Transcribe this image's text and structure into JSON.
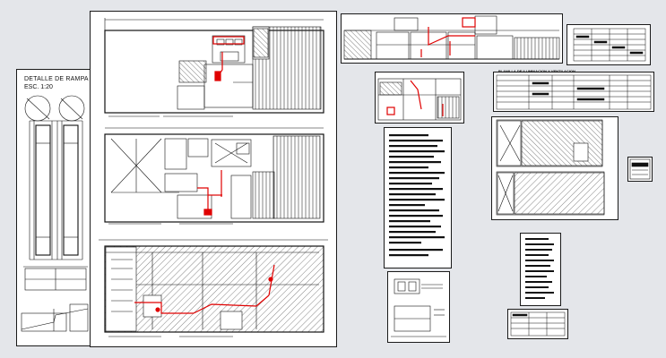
{
  "colors": {
    "background": "#e4e6ea",
    "sheet": "#ffffff",
    "line": "#111111",
    "highlight": "#e00000"
  },
  "ramp_detail": {
    "title": "DETALLE DE RAMPA",
    "scale": "ESC. 1:20"
  },
  "lighting_table": {
    "title": "PLANILLA DE ILUMINACION Y VENTILACION"
  }
}
